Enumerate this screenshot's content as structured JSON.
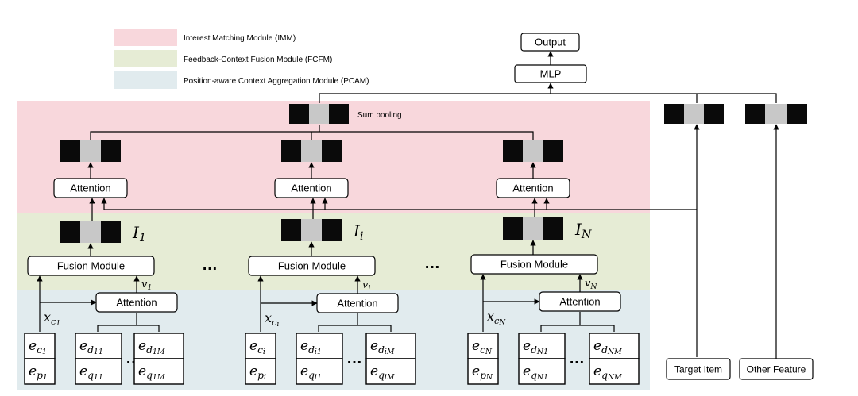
{
  "legend": {
    "items": [
      {
        "label": "Interest Matching Module (IMM)",
        "color": "#f8d7dc"
      },
      {
        "label": "Feedback-Context Fusion Module (FCFM)",
        "color": "#e6ecd5"
      },
      {
        "label": "Position-aware Context  Aggregation Module (PCAM)",
        "color": "#e1ebee"
      }
    ]
  },
  "top": {
    "output_label": "Output",
    "mlp_label": "MLP",
    "sum_pooling_label": "Sum pooling"
  },
  "modules": {
    "attention_label": "Attention",
    "fusion_label": "Fusion Module",
    "ellipsis": "…"
  },
  "columns": [
    {
      "interest": {
        "base": "I",
        "sub": "1"
      },
      "v": {
        "base": "v",
        "sub": "1"
      },
      "x": {
        "base": "x",
        "sub": "c",
        "subsub": "1"
      },
      "ec": {
        "base": "e",
        "sub": "c",
        "subsub": "1"
      },
      "ep": {
        "base": "e",
        "sub": "p",
        "subsub": "1"
      },
      "ed1": {
        "base": "e",
        "sub": "d",
        "subsub": "11"
      },
      "edM": {
        "base": "e",
        "sub": "d",
        "subsub": "1M"
      },
      "eq1": {
        "base": "e",
        "sub": "q",
        "subsub": "11"
      },
      "eqM": {
        "base": "e",
        "sub": "q",
        "subsub": "1M"
      }
    },
    {
      "interest": {
        "base": "I",
        "sub": "i"
      },
      "v": {
        "base": "v",
        "sub": "i"
      },
      "x": {
        "base": "x",
        "sub": "c",
        "subsub": "i"
      },
      "ec": {
        "base": "e",
        "sub": "c",
        "subsub": "i"
      },
      "ep": {
        "base": "e",
        "sub": "p",
        "subsub": "i"
      },
      "ed1": {
        "base": "e",
        "sub": "d",
        "subsub": "i1"
      },
      "edM": {
        "base": "e",
        "sub": "d",
        "subsub": "iM"
      },
      "eq1": {
        "base": "e",
        "sub": "q",
        "subsub": "i1"
      },
      "eqM": {
        "base": "e",
        "sub": "q",
        "subsub": "iM"
      }
    },
    {
      "interest": {
        "base": "I",
        "sub": "N"
      },
      "v": {
        "base": "v",
        "sub": "N"
      },
      "x": {
        "base": "x",
        "sub": "c",
        "subsub": "N"
      },
      "ec": {
        "base": "e",
        "sub": "c",
        "subsub": "N"
      },
      "ep": {
        "base": "e",
        "sub": "p",
        "subsub": "N"
      },
      "ed1": {
        "base": "e",
        "sub": "d",
        "subsub": "N1"
      },
      "edM": {
        "base": "e",
        "sub": "d",
        "subsub": "NM"
      },
      "eq1": {
        "base": "e",
        "sub": "q",
        "subsub": "N1"
      },
      "eqM": {
        "base": "e",
        "sub": "q",
        "subsub": "NM"
      }
    }
  ],
  "side_inputs": {
    "target_item_label": "Target Item",
    "other_feature_label": "Other Feature"
  },
  "colors": {
    "emb_dark": "#0a0a0a",
    "emb_mid": "#c8c8c8",
    "line": "#000000"
  }
}
